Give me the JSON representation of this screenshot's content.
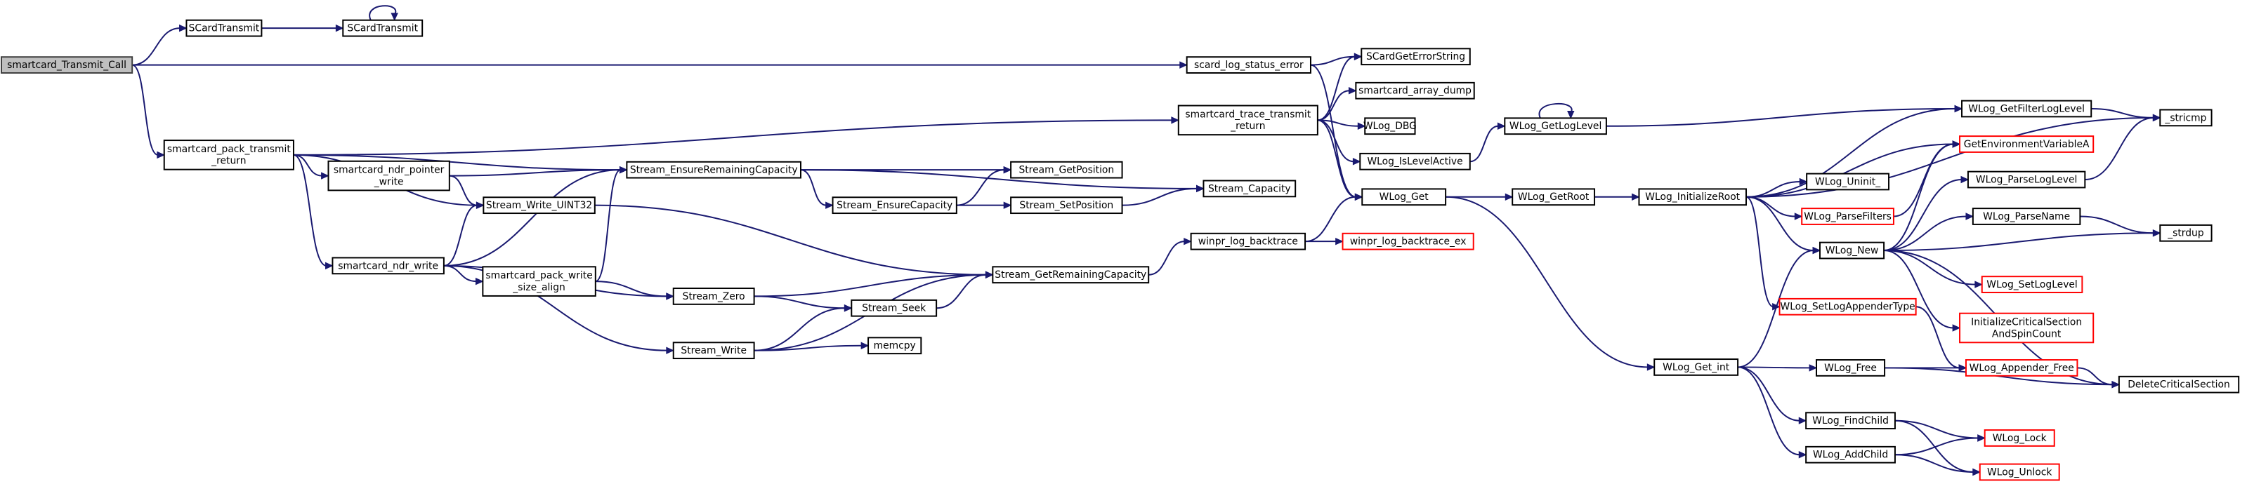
{
  "colors": {
    "edge": "#191970",
    "root_fill": "#bfbfbf",
    "truncated_border": "#ff0000"
  },
  "nodes": [
    {
      "id": "smartcard_transmit_call",
      "lines": [
        "smartcard_Transmit_Call"
      ],
      "root": true
    },
    {
      "id": "scardtransmit_1",
      "lines": [
        "SCardTransmit"
      ]
    },
    {
      "id": "scardtransmit_2",
      "lines": [
        "SCardTransmit"
      ]
    },
    {
      "id": "scard_log_status_error",
      "lines": [
        "scard_log_status_error"
      ]
    },
    {
      "id": "scardgeterrorstring",
      "lines": [
        "SCardGetErrorString"
      ]
    },
    {
      "id": "smartcard_array_dump",
      "lines": [
        "smartcard_array_dump"
      ]
    },
    {
      "id": "smartcard_trace_transmit_return",
      "lines": [
        "smartcard_trace_transmit",
        "_return"
      ]
    },
    {
      "id": "wlog_dbg",
      "lines": [
        "WLog_DBG"
      ]
    },
    {
      "id": "wlog_islevelactive",
      "lines": [
        "WLog_IsLevelActive"
      ]
    },
    {
      "id": "wlog_getloglevel",
      "lines": [
        "WLog_GetLogLevel"
      ]
    },
    {
      "id": "smartcard_pack_transmit_return",
      "lines": [
        "smartcard_pack_transmit",
        "_return"
      ]
    },
    {
      "id": "smartcard_ndr_pointer_write",
      "lines": [
        "smartcard_ndr_pointer",
        "_write"
      ]
    },
    {
      "id": "stream_ensureremainingcapacity",
      "lines": [
        "Stream_EnsureRemainingCapacity"
      ]
    },
    {
      "id": "stream_getposition",
      "lines": [
        "Stream_GetPosition"
      ]
    },
    {
      "id": "stream_capacity",
      "lines": [
        "Stream_Capacity"
      ]
    },
    {
      "id": "stream_ensurecapacity",
      "lines": [
        "Stream_EnsureCapacity"
      ]
    },
    {
      "id": "stream_setposition",
      "lines": [
        "Stream_SetPosition"
      ]
    },
    {
      "id": "stream_write_uint32",
      "lines": [
        "Stream_Write_UINT32"
      ]
    },
    {
      "id": "wlog_get",
      "lines": [
        "WLog_Get"
      ]
    },
    {
      "id": "wlog_getroot",
      "lines": [
        "WLog_GetRoot"
      ]
    },
    {
      "id": "wlog_initializeroot",
      "lines": [
        "WLog_InitializeRoot"
      ]
    },
    {
      "id": "smartcard_ndr_write",
      "lines": [
        "smartcard_ndr_write"
      ]
    },
    {
      "id": "smartcard_pack_write_size_align",
      "lines": [
        "smartcard_pack_write",
        "_size_align"
      ]
    },
    {
      "id": "stream_getremainingcapacity",
      "lines": [
        "Stream_GetRemainingCapacity"
      ]
    },
    {
      "id": "winpr_log_backtrace",
      "lines": [
        "winpr_log_backtrace"
      ]
    },
    {
      "id": "winpr_log_backtrace_ex",
      "lines": [
        "winpr_log_backtrace_ex"
      ],
      "truncated": true
    },
    {
      "id": "stream_zero",
      "lines": [
        "Stream_Zero"
      ]
    },
    {
      "id": "stream_seek",
      "lines": [
        "Stream_Seek"
      ]
    },
    {
      "id": "stream_write",
      "lines": [
        "Stream_Write"
      ]
    },
    {
      "id": "memcpy",
      "lines": [
        "memcpy"
      ]
    },
    {
      "id": "wlog_getfilterloglevel",
      "lines": [
        "WLog_GetFilterLogLevel"
      ]
    },
    {
      "id": "stricmp",
      "lines": [
        "_stricmp"
      ]
    },
    {
      "id": "getenvironmentvariablea",
      "lines": [
        "GetEnvironmentVariableA"
      ],
      "truncated": true
    },
    {
      "id": "wlog_uninit",
      "lines": [
        "WLog_Uninit_"
      ]
    },
    {
      "id": "wlog_parsefilters",
      "lines": [
        "WLog_ParseFilters"
      ],
      "truncated": true
    },
    {
      "id": "wlog_parseloglevel",
      "lines": [
        "WLog_ParseLogLevel"
      ]
    },
    {
      "id": "wlog_parsename",
      "lines": [
        "WLog_ParseName"
      ]
    },
    {
      "id": "strdup",
      "lines": [
        "_strdup"
      ]
    },
    {
      "id": "wlog_new",
      "lines": [
        "WLog_New"
      ]
    },
    {
      "id": "wlog_setloglevel",
      "lines": [
        "WLog_SetLogLevel"
      ],
      "truncated": true
    },
    {
      "id": "wlog_setlogappendertype",
      "lines": [
        "WLog_SetLogAppenderType"
      ],
      "truncated": true
    },
    {
      "id": "initializecriticalsectionandspincount",
      "lines": [
        "InitializeCriticalSection",
        "AndSpinCount"
      ],
      "truncated": true
    },
    {
      "id": "wlog_get_int",
      "lines": [
        "WLog_Get_int"
      ]
    },
    {
      "id": "wlog_free",
      "lines": [
        "WLog_Free"
      ]
    },
    {
      "id": "wlog_appender_free",
      "lines": [
        "WLog_Appender_Free"
      ],
      "truncated": true
    },
    {
      "id": "deletecriticalsection",
      "lines": [
        "DeleteCriticalSection"
      ]
    },
    {
      "id": "wlog_findchild",
      "lines": [
        "WLog_FindChild"
      ]
    },
    {
      "id": "wlog_lock",
      "lines": [
        "WLog_Lock"
      ],
      "truncated": true
    },
    {
      "id": "wlog_addchild",
      "lines": [
        "WLog_AddChild"
      ]
    },
    {
      "id": "wlog_unlock",
      "lines": [
        "WLog_Unlock"
      ],
      "truncated": true
    }
  ],
  "edges": [
    [
      "smartcard_transmit_call",
      "scardtransmit_1"
    ],
    [
      "smartcard_transmit_call",
      "scard_log_status_error"
    ],
    [
      "smartcard_transmit_call",
      "smartcard_pack_transmit_return"
    ],
    [
      "scardtransmit_1",
      "scardtransmit_2"
    ],
    [
      "scardtransmit_2",
      "scardtransmit_2"
    ],
    [
      "scard_log_status_error",
      "scardgeterrorstring"
    ],
    [
      "scard_log_status_error",
      "wlog_get"
    ],
    [
      "smartcard_pack_transmit_return",
      "smartcard_trace_transmit_return"
    ],
    [
      "smartcard_pack_transmit_return",
      "smartcard_ndr_pointer_write"
    ],
    [
      "smartcard_pack_transmit_return",
      "stream_ensureremainingcapacity"
    ],
    [
      "smartcard_pack_transmit_return",
      "stream_write_uint32"
    ],
    [
      "smartcard_pack_transmit_return",
      "smartcard_ndr_write"
    ],
    [
      "smartcard_trace_transmit_return",
      "scardgeterrorstring"
    ],
    [
      "smartcard_trace_transmit_return",
      "smartcard_array_dump"
    ],
    [
      "smartcard_trace_transmit_return",
      "wlog_dbg"
    ],
    [
      "smartcard_trace_transmit_return",
      "wlog_islevelactive"
    ],
    [
      "smartcard_trace_transmit_return",
      "wlog_get"
    ],
    [
      "wlog_islevelactive",
      "wlog_getloglevel"
    ],
    [
      "wlog_getloglevel",
      "wlog_getloglevel"
    ],
    [
      "wlog_getloglevel",
      "wlog_getfilterloglevel"
    ],
    [
      "smartcard_ndr_pointer_write",
      "stream_ensureremainingcapacity"
    ],
    [
      "smartcard_ndr_pointer_write",
      "stream_write_uint32"
    ],
    [
      "stream_ensureremainingcapacity",
      "stream_capacity"
    ],
    [
      "stream_ensureremainingcapacity",
      "stream_getposition"
    ],
    [
      "stream_ensureremainingcapacity",
      "stream_ensurecapacity"
    ],
    [
      "stream_ensurecapacity",
      "stream_getposition"
    ],
    [
      "stream_ensurecapacity",
      "stream_setposition"
    ],
    [
      "stream_setposition",
      "stream_capacity"
    ],
    [
      "stream_write_uint32",
      "stream_getremainingcapacity"
    ],
    [
      "smartcard_ndr_write",
      "stream_write_uint32"
    ],
    [
      "smartcard_ndr_write",
      "stream_ensureremainingcapacity"
    ],
    [
      "smartcard_ndr_write",
      "smartcard_pack_write_size_align"
    ],
    [
      "smartcard_ndr_write",
      "stream_zero"
    ],
    [
      "smartcard_ndr_write",
      "stream_write"
    ],
    [
      "smartcard_pack_write_size_align",
      "stream_ensureremainingcapacity"
    ],
    [
      "smartcard_pack_write_size_align",
      "stream_zero"
    ],
    [
      "stream_zero",
      "stream_getremainingcapacity"
    ],
    [
      "stream_zero",
      "stream_seek"
    ],
    [
      "stream_seek",
      "stream_getremainingcapacity"
    ],
    [
      "stream_write",
      "stream_seek"
    ],
    [
      "stream_write",
      "memcpy"
    ],
    [
      "stream_write",
      "stream_getremainingcapacity"
    ],
    [
      "stream_getremainingcapacity",
      "winpr_log_backtrace"
    ],
    [
      "winpr_log_backtrace",
      "wlog_get"
    ],
    [
      "winpr_log_backtrace",
      "winpr_log_backtrace_ex"
    ],
    [
      "wlog_get",
      "wlog_getroot"
    ],
    [
      "wlog_get",
      "wlog_get_int"
    ],
    [
      "wlog_getroot",
      "wlog_initializeroot"
    ],
    [
      "wlog_initializeroot",
      "wlog_getfilterloglevel"
    ],
    [
      "wlog_initializeroot",
      "getenvironmentvariablea"
    ],
    [
      "wlog_initializeroot",
      "wlog_uninit"
    ],
    [
      "wlog_initializeroot",
      "wlog_parsefilters"
    ],
    [
      "wlog_initializeroot",
      "wlog_new"
    ],
    [
      "wlog_initializeroot",
      "wlog_setlogappendertype"
    ],
    [
      "wlog_initializeroot",
      "stricmp"
    ],
    [
      "wlog_getfilterloglevel",
      "stricmp"
    ],
    [
      "wlog_parsefilters",
      "getenvironmentvariablea"
    ],
    [
      "wlog_parseloglevel",
      "stricmp"
    ],
    [
      "wlog_parsename",
      "strdup"
    ],
    [
      "wlog_new",
      "getenvironmentvariablea"
    ],
    [
      "wlog_new",
      "wlog_parseloglevel"
    ],
    [
      "wlog_new",
      "wlog_parsename"
    ],
    [
      "wlog_new",
      "strdup"
    ],
    [
      "wlog_new",
      "wlog_setloglevel"
    ],
    [
      "wlog_new",
      "initializecriticalsectionandspincount"
    ],
    [
      "wlog_new",
      "deletecriticalsection"
    ],
    [
      "wlog_setlogappendertype",
      "wlog_appender_free"
    ],
    [
      "wlog_get_int",
      "wlog_new"
    ],
    [
      "wlog_get_int",
      "wlog_free"
    ],
    [
      "wlog_get_int",
      "wlog_findchild"
    ],
    [
      "wlog_get_int",
      "wlog_addchild"
    ],
    [
      "wlog_free",
      "wlog_appender_free"
    ],
    [
      "wlog_free",
      "deletecriticalsection"
    ],
    [
      "wlog_appender_free",
      "deletecriticalsection"
    ],
    [
      "wlog_findchild",
      "wlog_lock"
    ],
    [
      "wlog_findchild",
      "wlog_unlock"
    ],
    [
      "wlog_addchild",
      "wlog_lock"
    ],
    [
      "wlog_addchild",
      "wlog_unlock"
    ]
  ]
}
